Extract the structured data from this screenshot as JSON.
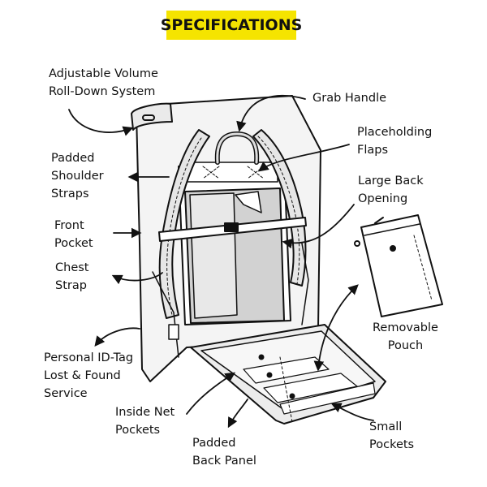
{
  "title": "SPECIFICATIONS",
  "colors": {
    "accent": "#f5e400",
    "ink": "#111111"
  },
  "labels": {
    "roll_down": [
      "Adjustable Volume",
      "Roll-Down System"
    ],
    "grab_handle": [
      "Grab Handle"
    ],
    "placeholding": [
      "Placeholding",
      "Flaps"
    ],
    "shoulder_straps": [
      "Padded",
      "Shoulder",
      "Straps"
    ],
    "back_opening": [
      "Large Back",
      "Opening"
    ],
    "front_pocket": [
      "Front",
      "Pocket"
    ],
    "chest_strap": [
      "Chest",
      "Strap"
    ],
    "removable_pouch": [
      "Removable",
      "Pouch"
    ],
    "id_tag": [
      "Personal ID-Tag",
      "Lost & Found",
      "Service"
    ],
    "net_pockets": [
      "Inside Net",
      "Pockets"
    ],
    "small_pockets": [
      "Small",
      "Pockets"
    ],
    "back_panel": [
      "Padded",
      "Back Panel"
    ]
  }
}
